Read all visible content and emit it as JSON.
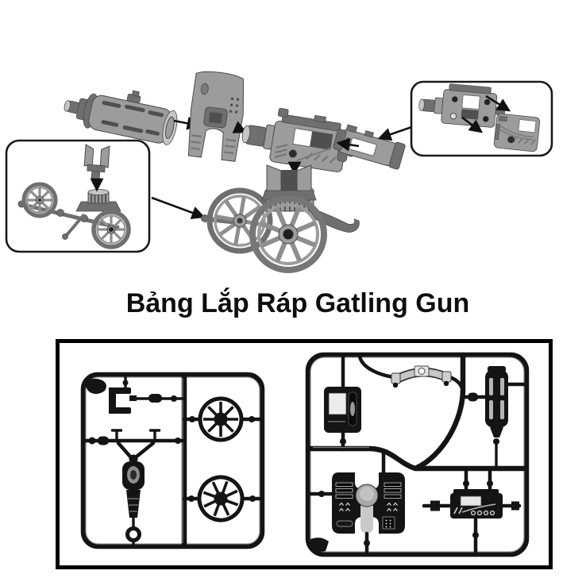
{
  "title": {
    "text": "Bảng Lắp Ráp Gatling Gun"
  },
  "colors": {
    "bg": "#ffffff",
    "part_gray": "#9c9c9c",
    "part_dark": "#6f6f6f",
    "part_light": "#c6c6c6",
    "part_detail": "#4f4f4f",
    "part_outline": "#4a4a4a",
    "arrow": "#111111",
    "outline_strong": "#1a1a1a",
    "sprue": "#141414",
    "sprue_highlight": "#8f8f8f",
    "panel_border": "#000000",
    "title_color": "#0e0e0e"
  },
  "diagram": {
    "type": "exploded-assembly",
    "parts": [
      "gatling-barrel",
      "gun-shield",
      "receiver-body",
      "rear-frame",
      "gun-carriage-with-wheels"
    ],
    "callouts": [
      {
        "name": "carriage-subassembly",
        "position": "left",
        "parts": [
          "fork-mount",
          "ribbed-drum",
          "axle-bar",
          "spoked-wheel-left",
          "spoked-wheel-right"
        ]
      },
      {
        "name": "receiver-side-panel-subassembly",
        "position": "right",
        "parts": [
          "receiver-body",
          "side-panel"
        ]
      }
    ]
  },
  "panel": {
    "sprues": [
      {
        "name": "sprue-left",
        "parts": [
          "corner-bracket",
          "axle-bar",
          "trail-assembly",
          "spoked-wheel-top",
          "spoked-wheel-bottom"
        ]
      },
      {
        "name": "sprue-right",
        "parts": [
          "side-panel",
          "yoke-link",
          "barrel-cylinder",
          "shield-plate",
          "receiver-block"
        ]
      }
    ]
  }
}
